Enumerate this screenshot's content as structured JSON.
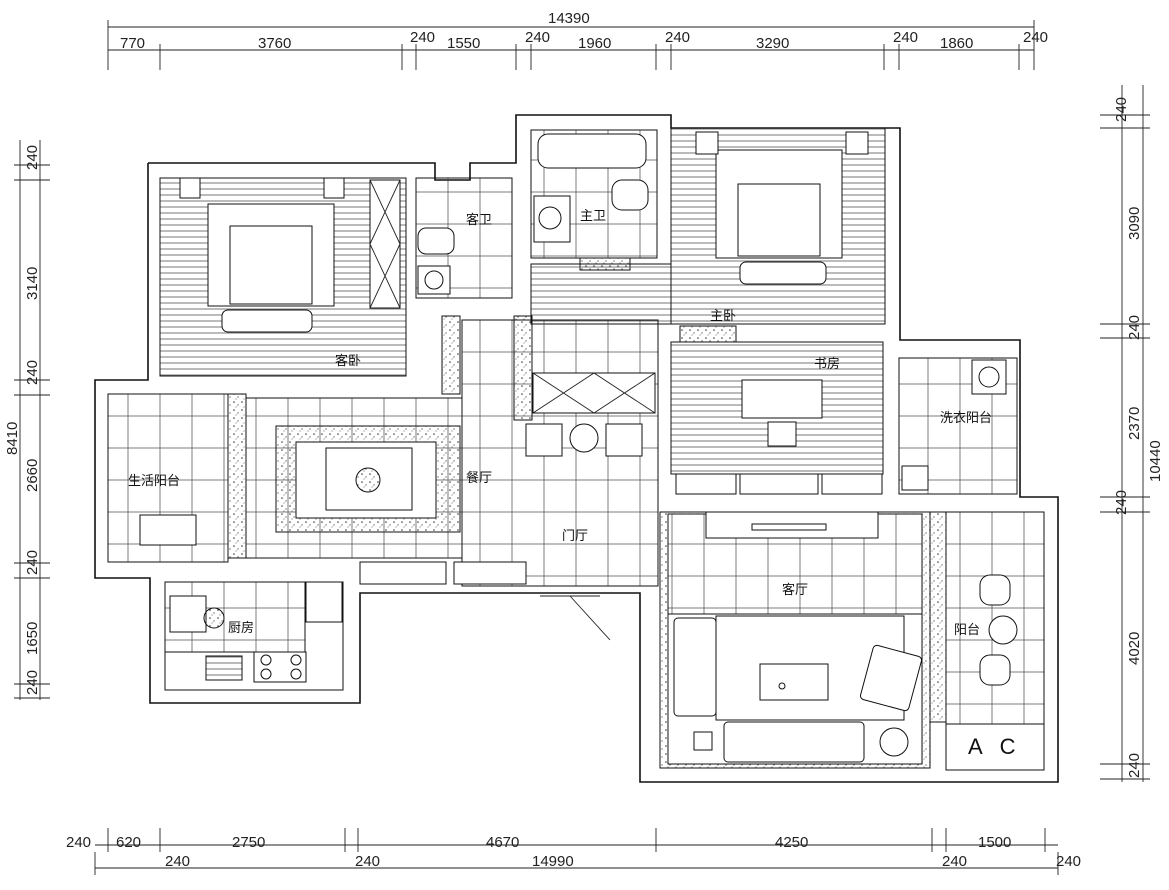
{
  "dimensions": {
    "top_total": "14390",
    "top_segments": [
      "770",
      "3760",
      "240",
      "1550",
      "240",
      "1960",
      "240",
      "3290",
      "240",
      "1860",
      "240"
    ],
    "bottom_total": "14990",
    "bottom_upper_segments": [
      "240",
      "620",
      "2750",
      "4670",
      "4250",
      "1500"
    ],
    "bottom_lower_segments": [
      "240",
      "240",
      "240",
      "240"
    ],
    "left_total": "8410",
    "left_segments": [
      "240",
      "3140",
      "240",
      "2660",
      "240",
      "1650",
      "240"
    ],
    "right_total": "10440",
    "right_segments": [
      "240",
      "3090",
      "240",
      "2370",
      "240",
      "4020",
      "240"
    ]
  },
  "rooms": {
    "guest_bedroom": "客卧",
    "guest_bath": "客卫",
    "master_bath": "主卫",
    "master_bedroom": "主卧",
    "study": "书房",
    "laundry_balcony": "洗衣阳台",
    "living_balcony": "生活阳台",
    "dining": "餐厅",
    "foyer": "门厅",
    "kitchen": "厨房",
    "living_room": "客厅",
    "balcony": "阳台",
    "ac_label": "A C"
  },
  "colors": {
    "line": "#111111",
    "background": "#ffffff"
  }
}
